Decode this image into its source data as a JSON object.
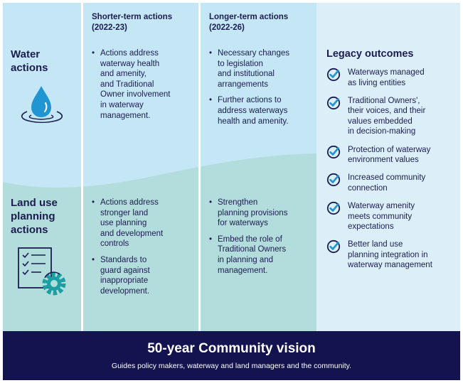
{
  "colors": {
    "water_band": "#c4e6f5",
    "land_band": "#b3dcdc",
    "legacy_panel": "#dceff9",
    "divider": "#ffffff",
    "footer_bg": "#13144f",
    "text_navy": "#1b1d4f",
    "icon_blue": "#1f95d2",
    "icon_teal": "#1aa0a3"
  },
  "columns": {
    "shorter_term": "Shorter-term actions\n(2022-23)",
    "longer_term": "Longer-term actions\n(2022-26)"
  },
  "water": {
    "title": "Water\nactions",
    "icon": "water-drop-icon",
    "shorter": [
      "Actions address\nwaterway health\nand amenity,\nand Traditional\nOwner involvement\nin waterway\nmanagement."
    ],
    "longer": [
      "Necessary changes\nto legislation\nand institutional\narrangements",
      "Further actions to\naddress waterways\nhealth and amenity."
    ]
  },
  "land_use": {
    "title": "Land use\nplanning\nactions",
    "icon": "checklist-gear-icon",
    "shorter": [
      "Actions address\nstronger land\nuse planning\nand development\ncontrols",
      "Standards to\nguard against\ninappropriate\ndevelopment."
    ],
    "longer": [
      "Strengthen\nplanning provisions\nfor waterways",
      "Embed the role of\nTraditional Owners\nin planning and\nmanagement."
    ]
  },
  "legacy": {
    "title": "Legacy outcomes",
    "icon": "check-circle-icon",
    "items": [
      "Waterways managed\nas living entities",
      "Traditional Owners',\ntheir voices, and their\nvalues embedded\nin decision-making",
      "Protection of waterway\nenvironment values",
      "Increased community\nconnection",
      "Waterway amenity\nmeets community\nexpectations",
      "Better land use\nplanning integration in\nwaterway management"
    ]
  },
  "footer": {
    "title": "50-year Community vision",
    "subtitle": "Guides policy makers, waterway and land managers and the community."
  }
}
